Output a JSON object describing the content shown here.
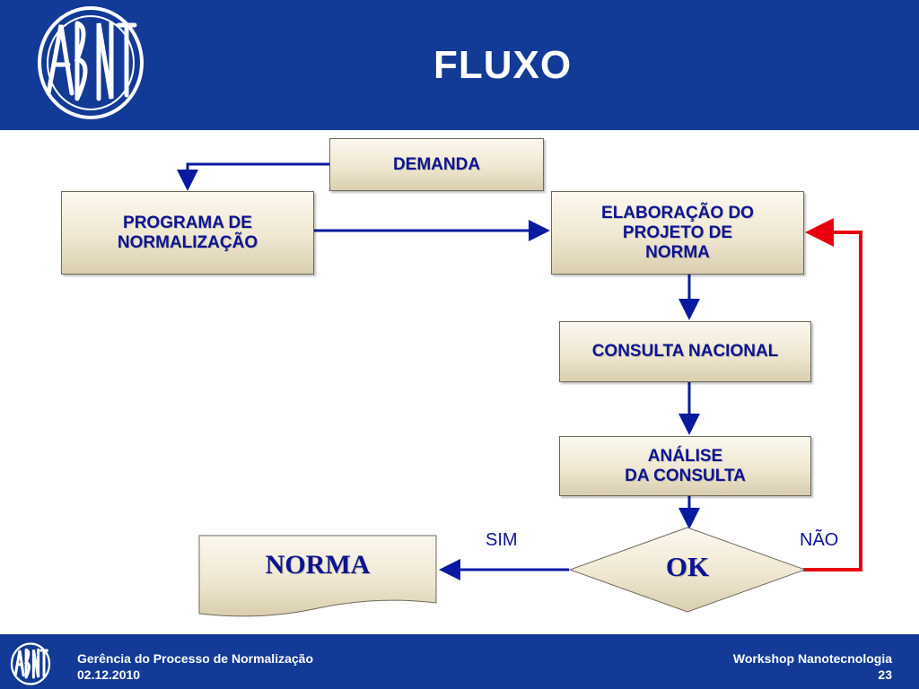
{
  "header": {
    "title": "FLUXO",
    "logo_text": "ABNT"
  },
  "colors": {
    "brand_blue": "#123a96",
    "box_text": "#0c1490",
    "arrow_blue": "#0a1aa0",
    "arrow_red": "#e8000e"
  },
  "nodes": {
    "demanda": "DEMANDA",
    "programa": "PROGRAMA DE\nNORMALIZAÇÃO",
    "elaboracao": "ELABORAÇÃO DO\nPROJETO DE\nNORMA",
    "consulta": "CONSULTA NACIONAL",
    "analise": "ANÁLISE\nDA CONSULTA",
    "ok": "OK",
    "norma": "NORMA"
  },
  "edge_labels": {
    "sim": "SIM",
    "nao": "NÃO"
  },
  "footer": {
    "left_line1": "Gerência do Processo de Normalização",
    "left_line2": "02.12.2010",
    "right_line1": "Workshop Nanotecnologia",
    "right_line2": "23"
  }
}
